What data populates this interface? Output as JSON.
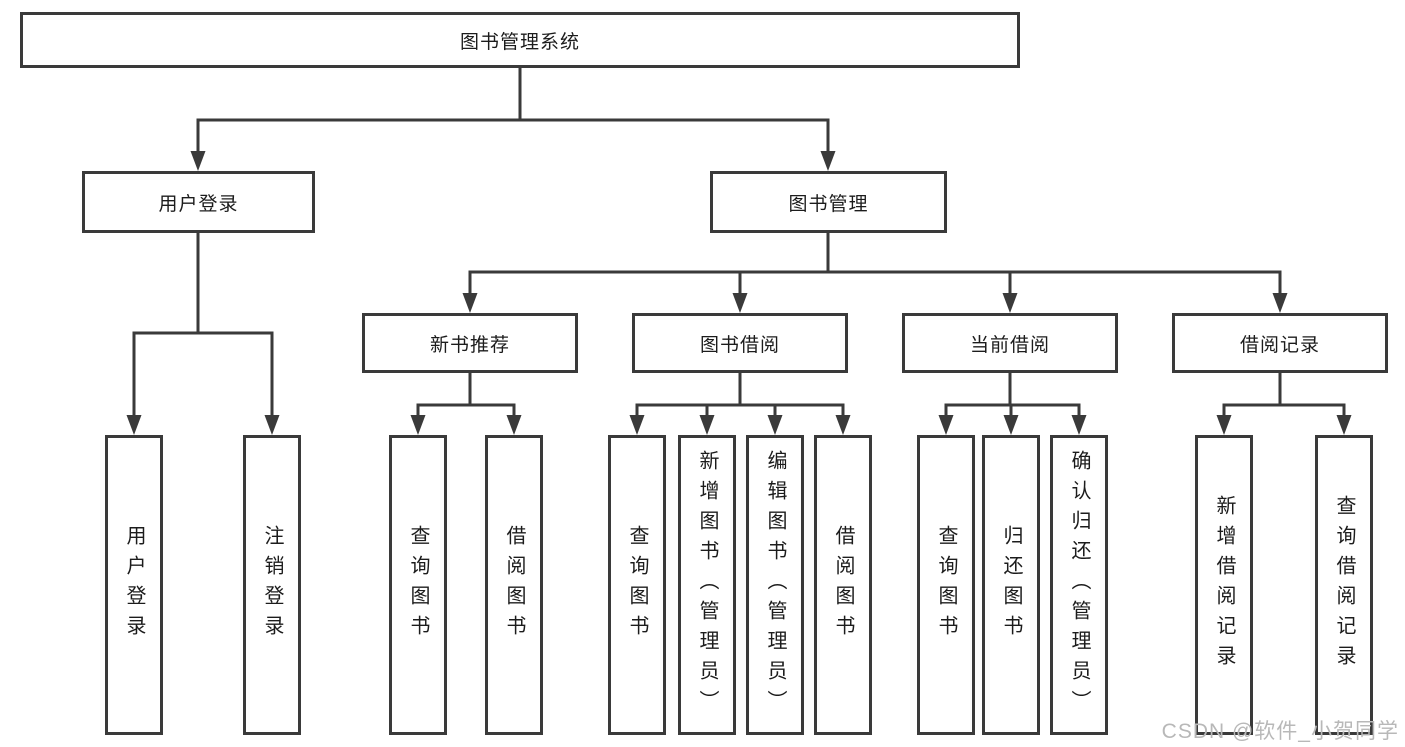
{
  "diagram": {
    "title": "图书管理系统",
    "branches": {
      "user_login": {
        "label": "用户登录",
        "children": {
          "login": "用户登录",
          "logout": "注销登录"
        }
      },
      "book_management": {
        "label": "图书管理",
        "sections": {
          "new_book_recommend": {
            "label": "新书推荐",
            "children": {
              "query_books": "查询图书",
              "borrow_books": "借阅图书"
            }
          },
          "book_borrowing": {
            "label": "图书借阅",
            "children": {
              "query_books": "查询图书",
              "add_books": "新增图书（管理员）",
              "edit_books": "编辑图书（管理员）",
              "borrow_books": "借阅图书"
            }
          },
          "current_borrowing": {
            "label": "当前借阅",
            "children": {
              "query_books": "查询图书",
              "return_books": "归还图书",
              "confirm_return": "确认归还（管理员）"
            }
          },
          "borrowing_records": {
            "label": "借阅记录",
            "children": {
              "add_record": "新增借阅记录",
              "query_record": "查询借阅记录"
            }
          }
        }
      }
    }
  },
  "watermark": "CSDN @软件_小贺同学",
  "colors": {
    "line": "#3a3a3a",
    "box_border": "#3a3a3a",
    "box_fill": "#ffffff",
    "text": "#1c1c1c",
    "watermark": "#b8b8b8",
    "background": "#ffffff"
  }
}
